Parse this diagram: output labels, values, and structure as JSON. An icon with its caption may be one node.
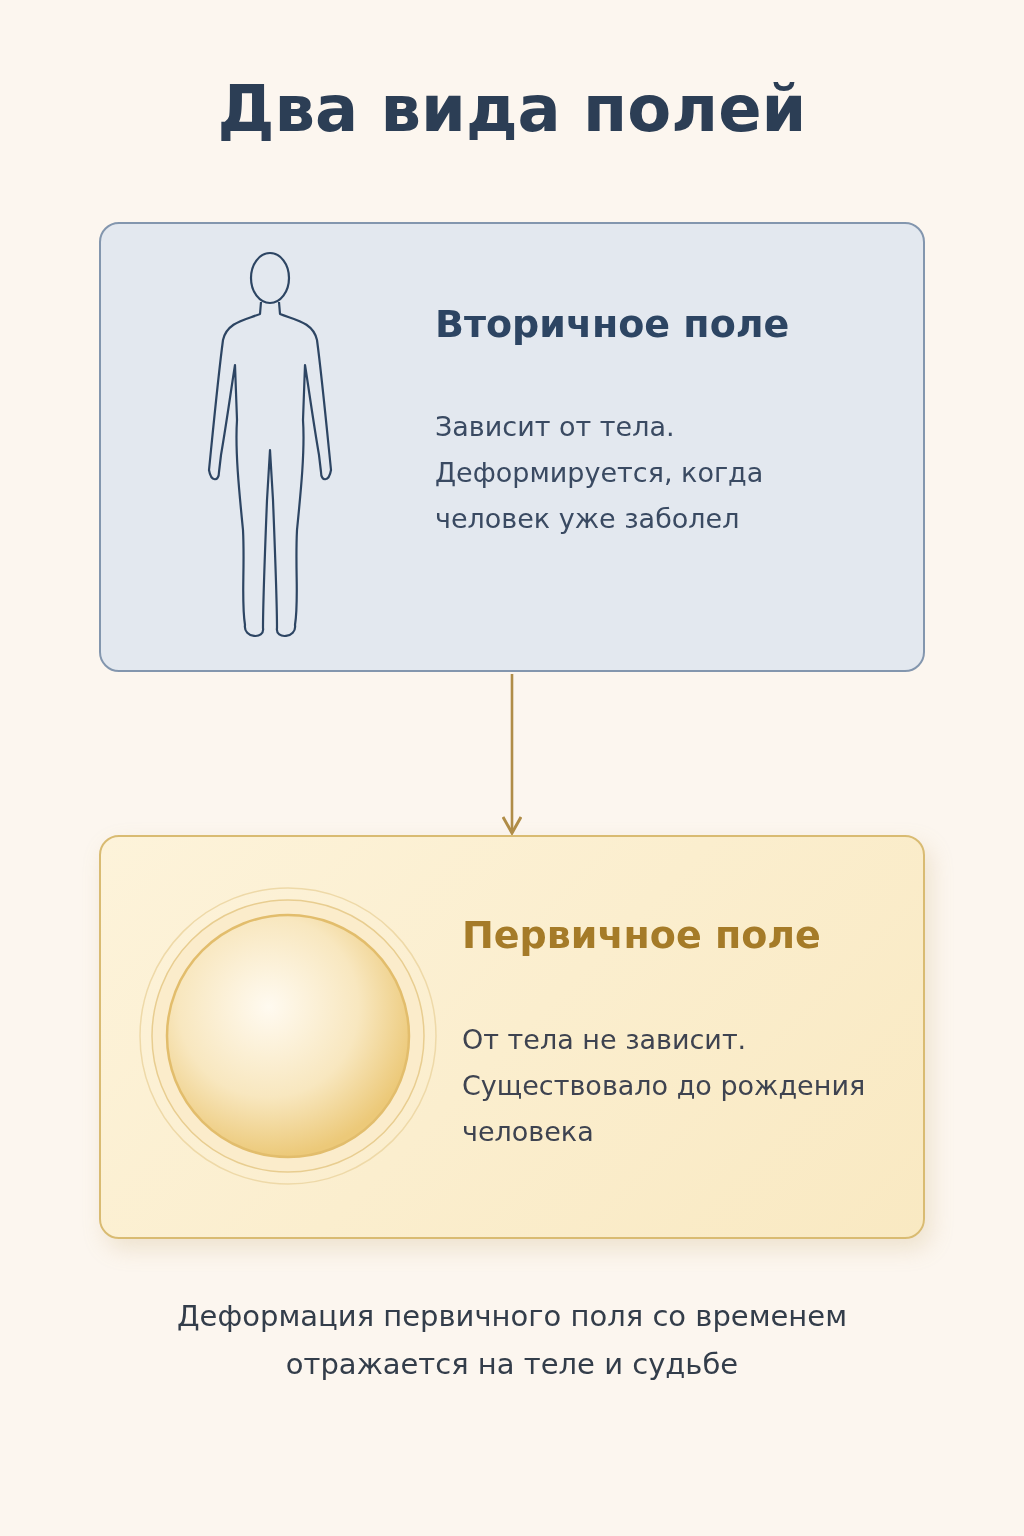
{
  "diagram": {
    "title": "Два вида полей",
    "nodes": [
      {
        "text": [
          "Вторичное поле",
          "Зависит от тела. Деформируется, когда человек уже заболел"
        ]
      },
      {
        "text": [
          "Первичное поле",
          "От тела не зависит. Существовало до рождения человека"
        ]
      }
    ],
    "edges": [
      {
        "from": 0,
        "to": 1,
        "arrow": "to"
      }
    ],
    "caption": "Деформация первичного поля со временем отражается на теле и судьбе"
  }
}
